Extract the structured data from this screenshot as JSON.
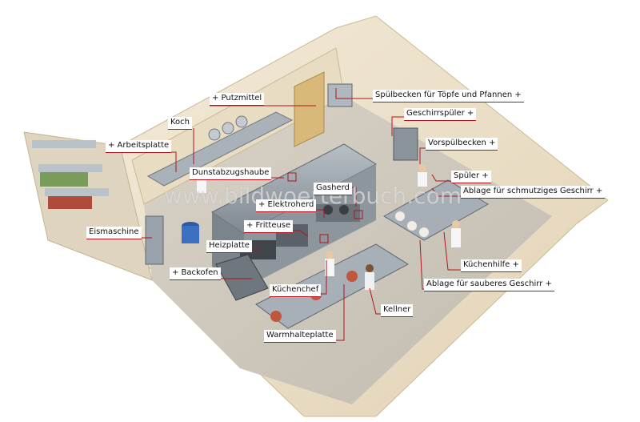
{
  "labels": {
    "putzmittel": "+ Putzmittel",
    "koch": "Koch",
    "arbeitsplatte": "+ Arbeitsplatte",
    "dunstabzugshaube": "Dunstabzugshaube",
    "gasherd": "Gasherd",
    "elektroherd": "+ Elektroherd",
    "fritteuse": "+ Fritteuse",
    "eismaschine": "Eismaschine",
    "heizplatte": "Heizplatte",
    "backofen": "+ Backofen",
    "kuechenchef": "Küchenchef",
    "warmhalteplatte": "Warmhalteplatte",
    "kellner": "Kellner",
    "spuelbecken": "Spülbecken für Töpfe und Pfannen +",
    "geschirrspueler": "Geschirrspüler +",
    "vorspuelbecken": "Vorspülbecken +",
    "spueler": "Spüler +",
    "ablage_schmutzig": "Ablage für schmutziges Geschirr +",
    "kuechenhilfe": "Küchenhilfe +",
    "ablage_sauber": "Ablage für sauberes Geschirr +"
  },
  "watermark": "www.bildwoerterbuch.com",
  "colors": {
    "leader": "#b5121b",
    "wall": "#e9dcc4",
    "floor": "#cfc9bd",
    "steel": "#9aa3ab"
  }
}
